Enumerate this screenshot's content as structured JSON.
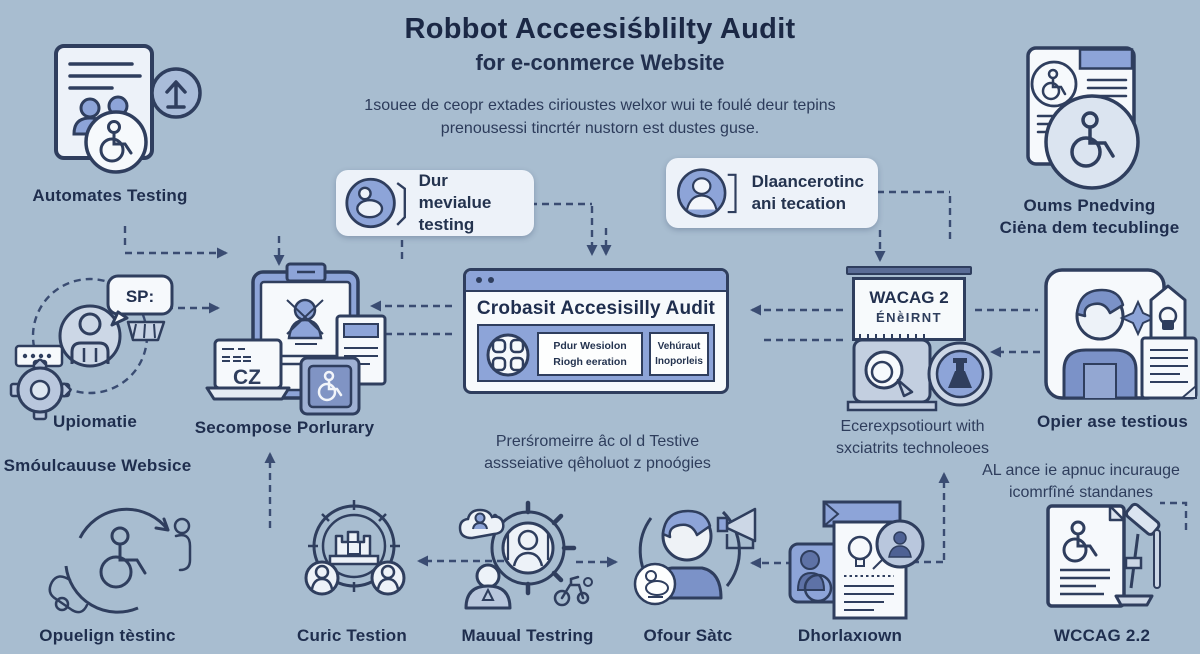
{
  "header": {
    "title": "Robbot Acceesiśblilty Audit",
    "subtitle": "for e-conmerce Website",
    "desc1": "1souee de ceopr extades cirioustes welxor wui te foulé deur tepins",
    "desc2": "prenousessi tincrtér nustorn est dustes guse."
  },
  "colors": {
    "background": "#a8bdd0",
    "ink": "#2f3e5e",
    "mid_blue": "#8da4d8",
    "light_panel": "#edf2f9"
  },
  "top_left": {
    "label": "Automates Testing"
  },
  "top_right": {
    "label_line1": "Oums Pnedving",
    "label_line2": "Ciėna dem tecublinge"
  },
  "callout_review": {
    "line1": "Dur mevialue",
    "line2": "testing"
  },
  "callout_validation": {
    "line1": "Dlaancerotinc",
    "line2": "ani tecation"
  },
  "left_flow": {
    "bubble": "SP:",
    "label_top": "Upiomatie",
    "label_bottom": "Smóulcauuse Websice"
  },
  "clipboard": {
    "laptop_text": "CZ",
    "label": "Secompose Porlurary"
  },
  "browser": {
    "heading": "Crobasit Accesisilly Audit",
    "box1_line1": "Pdur Wesiolon",
    "box1_line2": "Riogh eeration",
    "box2_line1": "Vehúraut",
    "box2_line2": "Inoporleis",
    "caption_line1": "Prerśromeirre âc ol d Testive",
    "caption_line2": "assseiative qêholuot z pnoógies"
  },
  "wacag_board": {
    "title": "WACAG 2",
    "subtitle": "ÉNḕIRNT",
    "caption_line1": "Ecerexpsotiourt with",
    "caption_line2": "sxciatrits technoleoes"
  },
  "expert": {
    "label": "Opier ase testious",
    "caption_line1": "AL ance ie apnuc incurauge",
    "caption_line2": "icomrfîné standanes"
  },
  "bottom": {
    "items": [
      {
        "label": "Opuelign tèstinc"
      },
      {
        "label": "Curic Testion"
      },
      {
        "label": "Mauual Testring"
      },
      {
        "label": "Ofour Sàtc"
      },
      {
        "label": "Dhorlaxıown"
      },
      {
        "label": "WCCAG 2.2"
      }
    ]
  }
}
